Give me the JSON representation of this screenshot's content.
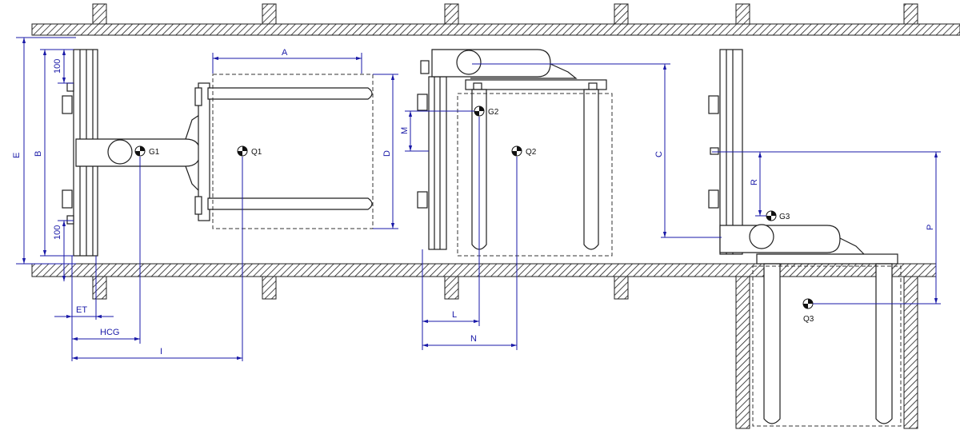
{
  "dimensions": {
    "A": "A",
    "B": "B",
    "C": "C",
    "D": "D",
    "E": "E",
    "ET": "ET",
    "HCG": "HCG",
    "I": "I",
    "L": "L",
    "M": "M",
    "N": "N",
    "P": "P",
    "R": "R",
    "top_offset": "100",
    "bottom_offset": "100"
  },
  "centers": {
    "G1": "G1",
    "Q1": "Q1",
    "G2": "G2",
    "Q2": "Q2",
    "G3": "G3",
    "Q3": "Q3"
  },
  "colors": {
    "dimension": "#1a1aa8",
    "line": "#1f1f1f"
  }
}
